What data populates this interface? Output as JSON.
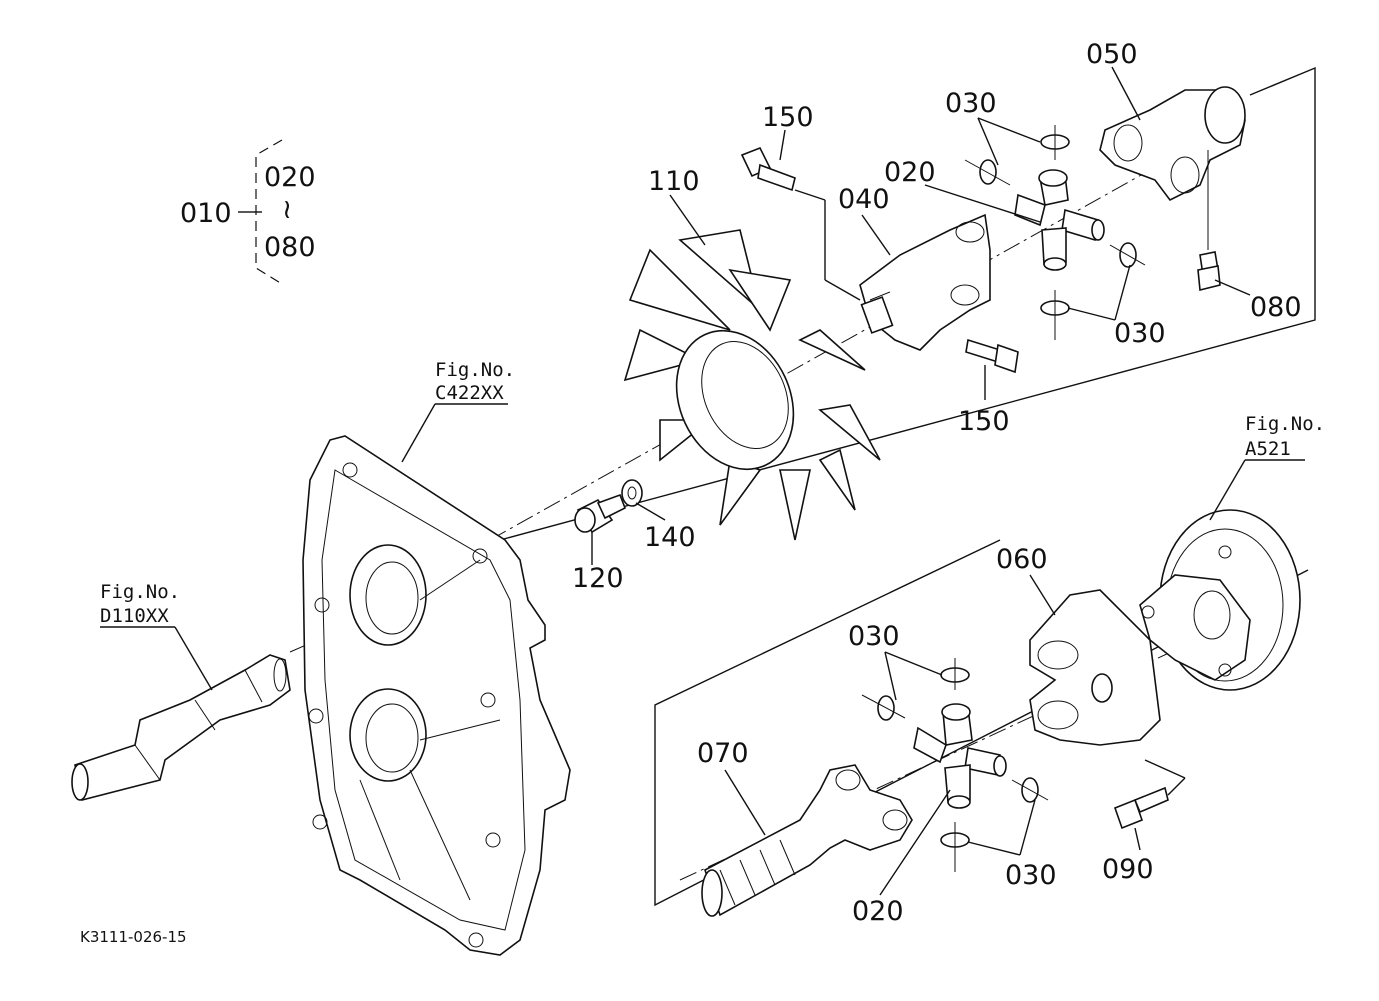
{
  "diagram": {
    "code": "K3111-026-15",
    "group": {
      "label": "010",
      "range_start": "020",
      "range_symbol": "≀",
      "range_end": "080"
    },
    "fig_refs": [
      {
        "label": "Fig.No.",
        "number": "C422XX"
      },
      {
        "label": "Fig.No.",
        "number": "A521"
      },
      {
        "label": "Fig.No.",
        "number": "D110XX"
      }
    ],
    "parts": [
      {
        "id": "p050",
        "label": "050"
      },
      {
        "id": "p150a",
        "label": "150"
      },
      {
        "id": "p030a",
        "label": "030"
      },
      {
        "id": "p110",
        "label": "110"
      },
      {
        "id": "p020a",
        "label": "020"
      },
      {
        "id": "p040",
        "label": "040"
      },
      {
        "id": "p080",
        "label": "080"
      },
      {
        "id": "p030b",
        "label": "030"
      },
      {
        "id": "p150b",
        "label": "150"
      },
      {
        "id": "p140",
        "label": "140"
      },
      {
        "id": "p120",
        "label": "120"
      },
      {
        "id": "p060",
        "label": "060"
      },
      {
        "id": "p030c",
        "label": "030"
      },
      {
        "id": "p070",
        "label": "070"
      },
      {
        "id": "p030d",
        "label": "030"
      },
      {
        "id": "p090",
        "label": "090"
      },
      {
        "id": "p020b",
        "label": "020"
      }
    ]
  }
}
